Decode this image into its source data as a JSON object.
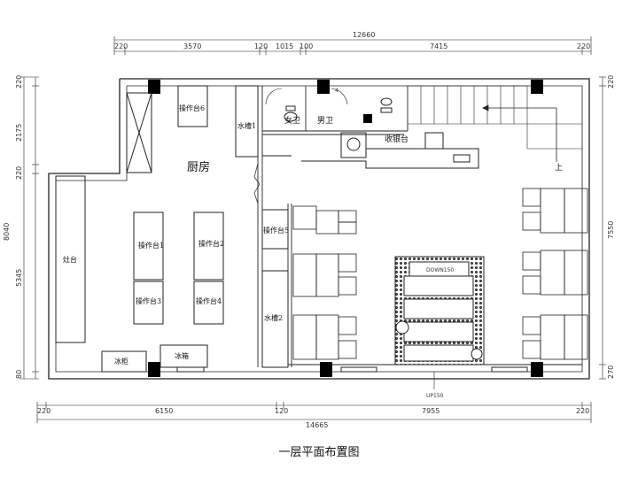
{
  "caption": "一层平面布置图",
  "dims": {
    "top_total": "12660",
    "top_segments": [
      "220",
      "3570",
      "120",
      "1015",
      "100",
      "7415",
      "220"
    ],
    "bottom_segments": [
      "220",
      "6150",
      "120",
      "7955",
      "220"
    ],
    "bottom_total": "14665",
    "left_segments": [
      "220",
      "2175",
      "220",
      "5345",
      "80"
    ],
    "left_total": "8040",
    "right_segments": [
      "220",
      "7550",
      "270"
    ]
  },
  "rooms": {
    "kitchen": "厨房",
    "women_wc": "女卫",
    "men_wc": "男卫",
    "cashier": "收银台",
    "up": "上"
  },
  "fixtures": {
    "stove": "灶台",
    "bench1": "操作台1",
    "bench2": "操作台2",
    "bench3": "操作台3",
    "bench4": "操作台4",
    "bench5": "操作台5",
    "bench6": "操作台6",
    "sink1": "水槽1",
    "sink2": "水槽2",
    "freezer": "冰柜",
    "fridge": "冰箱"
  },
  "annotations": {
    "down": "DOWN150",
    "up": "UP150",
    "num": "4"
  }
}
